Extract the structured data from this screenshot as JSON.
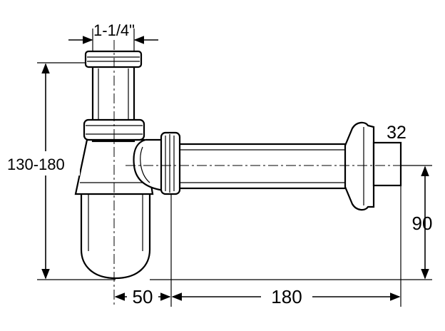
{
  "dimensions": {
    "inlet_size": "1-1/4\"",
    "total_height": "130-180",
    "outlet_diameter": "32",
    "outlet_height": "90",
    "trap_offset": "50",
    "arm_length": "180"
  }
}
